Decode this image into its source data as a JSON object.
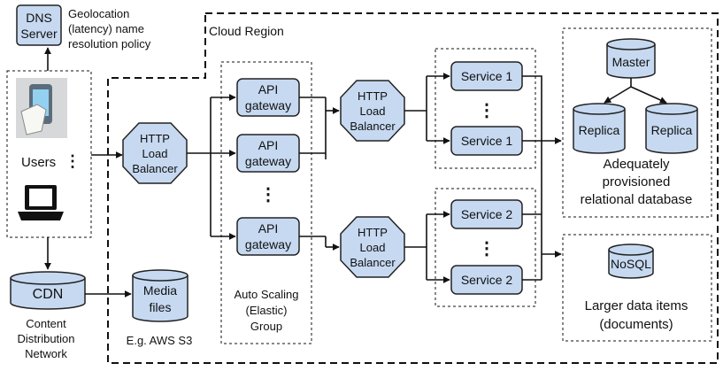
{
  "colors": {
    "node_fill": "#c6d9f1",
    "stroke": "#111111"
  },
  "dns": {
    "line1": "DNS",
    "line2": "Server"
  },
  "geolocation_note": [
    "Geolocation",
    "(latency) name",
    "resolution policy"
  ],
  "cloud_region": "Cloud Region",
  "users": {
    "label": "Users",
    "dots": "⋮",
    "icons": [
      "smartphone-hand-icon",
      "laptop-icon"
    ]
  },
  "cdn": {
    "label": "CDN",
    "caption": [
      "Content",
      "Distribution",
      "Network"
    ]
  },
  "media": {
    "line1": "Media",
    "line2": "files",
    "caption": "E.g. AWS S3"
  },
  "load_balancer": {
    "line1": "HTTP",
    "line2": "Load",
    "line3": "Balancer"
  },
  "api_gateway": {
    "line1": "API",
    "line2": "gateway",
    "dots": "⋮"
  },
  "autoscaling": [
    "Auto Scaling",
    "(Elastic)",
    "Group"
  ],
  "service1": {
    "label": "Service 1",
    "dots": "⋮"
  },
  "service2": {
    "label": "Service 2",
    "dots": "⋮"
  },
  "relational": {
    "master": "Master",
    "replica": "Replica",
    "caption": [
      "Adequately",
      "provisioned",
      "relational database"
    ]
  },
  "nosql": {
    "label": "NoSQL",
    "caption": [
      "Larger data items",
      "(documents)"
    ]
  }
}
